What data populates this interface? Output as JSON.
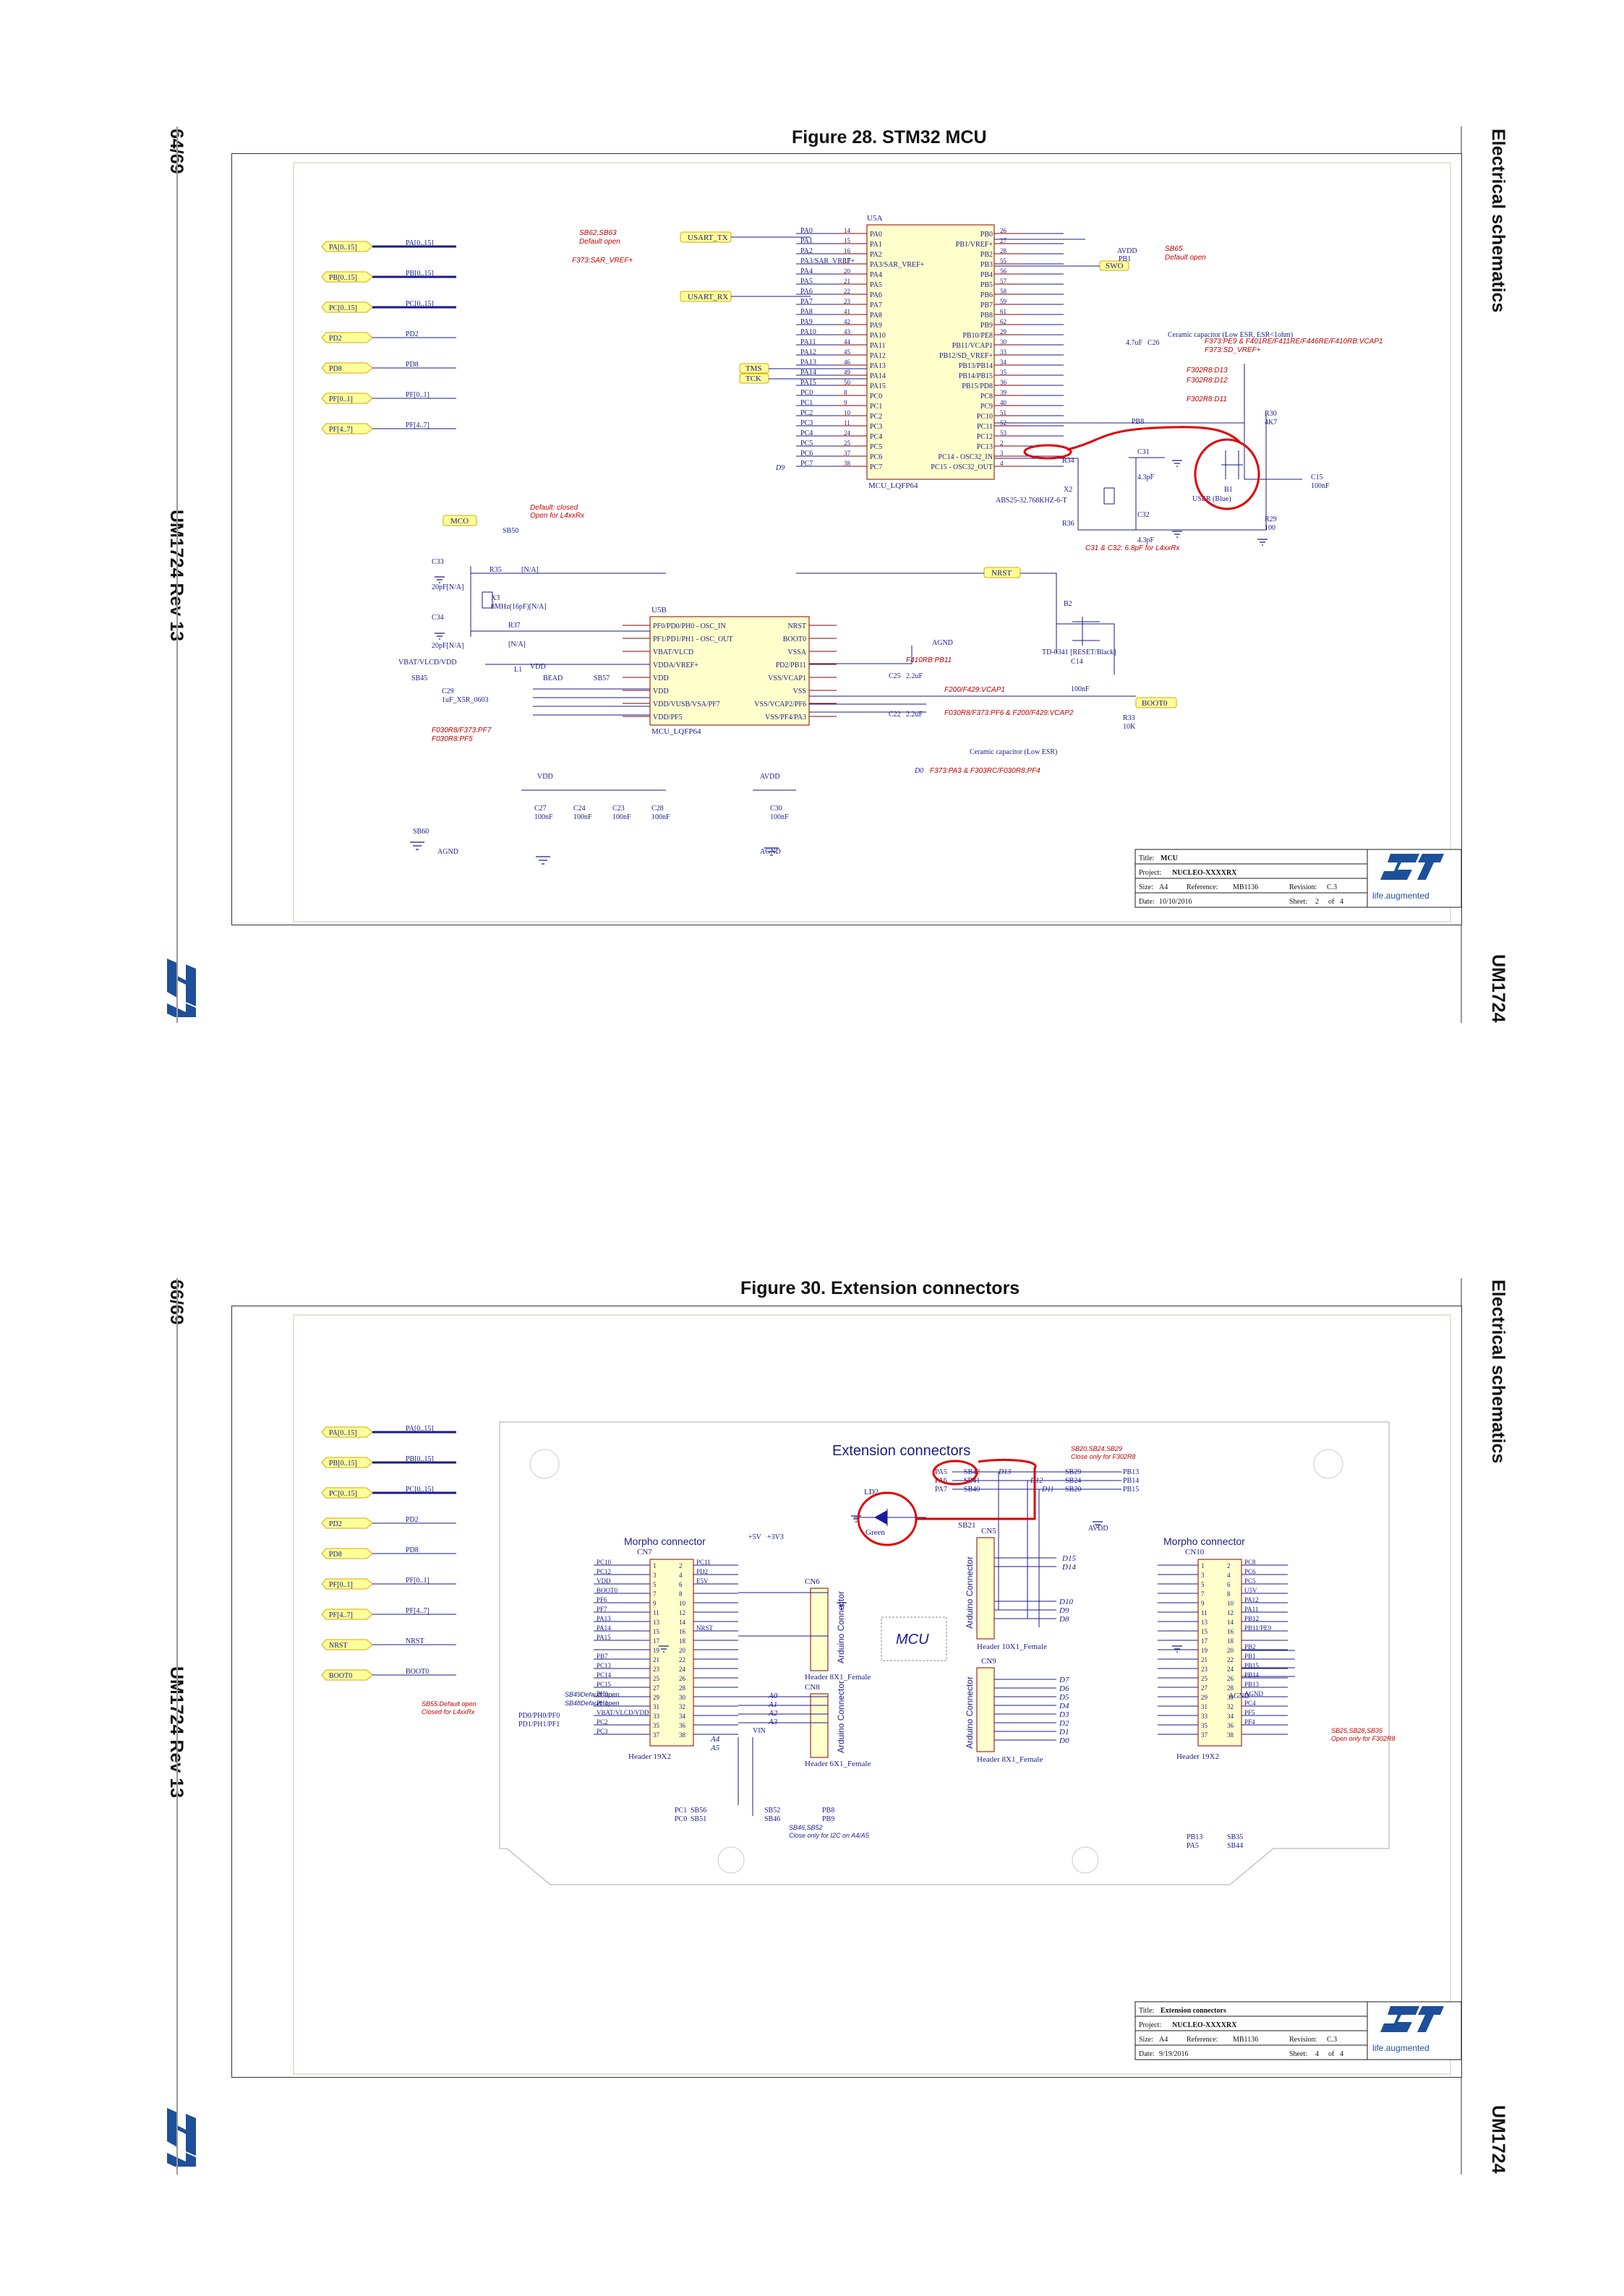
{
  "top_page": {
    "page_number": "64/69",
    "doc_rev": "UM1724 Rev 13",
    "section": "Electrical schematics",
    "doc_id": "UM1724",
    "figure_title": "Figure 28. STM32 MCU",
    "title_block": {
      "title_label": "Title:",
      "title": "MCU",
      "project_label": "Project:",
      "project": "NUCLEO-XXXXRX",
      "size_label": "Size:",
      "size": "A4",
      "reference_label": "Reference:",
      "reference": "MB1136",
      "revision_label": "Revision:",
      "revision": "C.3",
      "date_label": "Date:",
      "date": "10/10/2016",
      "sheet_label": "Sheet:",
      "sheet": "2",
      "of_label": "of",
      "of": "4",
      "slogan": "life.augmented"
    },
    "nets_left": [
      "PA[0..15]",
      "PB[0..15]",
      "PC[0..15]",
      "PD2",
      "PD8",
      "PF[0..1]",
      "PF[4..7]"
    ],
    "nets_left_wire": [
      "PA[0..15]",
      "PB[0..15]",
      "PC[0..15]",
      "PD2",
      "PD8",
      "PF[0..1]",
      "PF[4..7]"
    ],
    "mcu_ref": "U5A",
    "mcu_part": "MCU_LQFP64",
    "mcu_ref_b": "U5B",
    "mcu_part_b": "MCU_LQFP64",
    "pins_left_a": [
      "PA0",
      "PA1",
      "PA2",
      "PA3/SAR_VREF+",
      "PA4",
      "PA5",
      "PA6",
      "PA7",
      "PA8",
      "PA9",
      "PA10",
      "PA11",
      "PA12",
      "PA13",
      "PA14",
      "PA15",
      "PC0",
      "PC1",
      "PC2",
      "PC3",
      "PC4",
      "PC5",
      "PC6",
      "PC7"
    ],
    "pins_right_a": [
      "PB0",
      "PB1/VREF+",
      "PB2",
      "PB3",
      "PB4",
      "PB5",
      "PB6",
      "PB7",
      "PB8",
      "PB9",
      "PB10/PE8",
      "PB11/VCAP1",
      "PB12/SD_VREF+",
      "PB13/PB14",
      "PB14/PB15",
      "PB15/PD8",
      "PC8",
      "PC9",
      "PC10",
      "PC11",
      "PC12",
      "PC13",
      "PC14 - OSC32_IN",
      "PC15 - OSC32_OUT"
    ],
    "pin_numbers_left_a": [
      "14",
      "15",
      "16",
      "17",
      "20",
      "21",
      "22",
      "23",
      "41",
      "42",
      "43",
      "44",
      "45",
      "46",
      "49",
      "50",
      "8",
      "9",
      "10",
      "11",
      "24",
      "25",
      "37",
      "38"
    ],
    "pin_numbers_right_a": [
      "26",
      "27",
      "28",
      "55",
      "56",
      "57",
      "58",
      "59",
      "61",
      "62",
      "29",
      "30",
      "33",
      "34",
      "35",
      "36",
      "39",
      "40",
      "51",
      "52",
      "53",
      "2",
      "3",
      "4"
    ],
    "pins_left_b": [
      "PF0/PD0/PH0 - OSC_IN",
      "PF1/PD1/PH1 - OSC_OUT",
      "VBAT/VLCD",
      "VDDA/VREF+",
      "VDD",
      "VDD",
      "VDD/VUSB/VSA/PF7",
      "VDD/PF5"
    ],
    "pins_right_b": [
      "NRST",
      "BOOT0",
      "VSSA",
      "PD2/PB11",
      "VSS/VCAP1",
      "VSS",
      "VSS/VCAP2/PF6",
      "VSS/PF4/PA3"
    ],
    "labels": {
      "usart_tx": "USART_TX",
      "usart_rx": "USART_RX",
      "tms": "TMS",
      "tck": "TCK",
      "swo": "SWO",
      "avdd": "AVDD",
      "mco": "MCO",
      "nrst": "NRST",
      "boot0": "BOOT0",
      "vdd": "VDD",
      "agnd": "AGND",
      "pb1": "PB1",
      "pb8": "PB8",
      "sb62_sb63": "SB62,SB63",
      "default_open": "Default open",
      "f373_sar": "F373:SAR_VREF+",
      "sb65": "SB65",
      "ceramic_cap": "Ceramic capacitor (Low ESR, ESR<1ohm)",
      "f373_pe9": "F373:PE9 & F401RE/F411RE/F446RE/F410RB:VCAP1",
      "f373_sd": "F373:SD_VREF+",
      "f302_d13": "F302R8:D13",
      "f302_d12": "F302R8:D12",
      "f302_d11": "F302R8:D11",
      "x2": "X2",
      "x2_part": "ABS25-32.768KHZ-6-T",
      "b1": "B1",
      "b1_desc": "USER (Blue)",
      "c31_c32": "C31 & C32: 6.8pF for L4xxRx",
      "default_closed": "Default: closed",
      "open_l4": "Open for L4xxRx",
      "sb50": "SB50",
      "x3": "X3",
      "x3_desc": "8MHz(16pF)[N/A]",
      "c33": "C33",
      "c33_v": "20pF[N/A]",
      "c34": "C34",
      "c34_v": "20pF[N/A]",
      "r35": "R35",
      "r37": "R37",
      "na": "[N/A]",
      "b2": "B2",
      "b2_desc": "TD-0341 [RESET/Black]",
      "c14": "C14",
      "c14_v": "100nF",
      "f200_vcap": "F200/F429:VCAP1",
      "f030_vcap2": "F030R8/F373:PF6 & F200/F429:VCAP2",
      "ceramic_low": "Ceramic capacitor (Low ESR)",
      "f373_pa3": "F373:PA3 & F303RC/F030R8:PF4",
      "f410_pb11": "F410RB:PB11",
      "f030_pf7": "F030R8/F373:PF7",
      "f030_pf5": "F030R8:PF5",
      "c29": "C29",
      "c29_v": "1uF_X5R_0603",
      "bead": "BEAD",
      "l1": "L1",
      "sb57": "SB57",
      "sb45": "SB45",
      "vbat_vdd": "VBAT/VLCD/VDD",
      "sb60": "SB60",
      "r33": "R33",
      "r33_v": "10K",
      "r30": "R30",
      "r30_v": "4K7",
      "r29": "R29",
      "r29_v": "100",
      "c15": "C15",
      "c15_v": "100nF",
      "c27": "C27",
      "c24": "C24",
      "c23": "C23",
      "c28": "C28",
      "c30": "C30",
      "cap_100nf": "100nF",
      "c31": "C31",
      "c32": "C32",
      "c26": "C26",
      "c26_v": "4.7uF",
      "c25": "C25",
      "c25_v": "2.2uF",
      "c22": "C22",
      "c22_v": "2.2uF",
      "cap_4p3": "4.3pF",
      "r34": "R34",
      "r36": "R36",
      "d9": "D9",
      "d0": "D0"
    }
  },
  "bottom_page": {
    "page_number": "66/69",
    "doc_rev": "UM1724 Rev 13",
    "section": "Electrical schematics",
    "doc_id": "UM1724",
    "figure_title": "Figure 30. Extension connectors",
    "panel_title": "Extension connectors",
    "mcu_block": "MCU",
    "title_block": {
      "title_label": "Title:",
      "title": "Extension connectors",
      "project_label": "Project:",
      "project": "NUCLEO-XXXXRX",
      "size_label": "Size:",
      "size": "A4",
      "reference_label": "Reference:",
      "reference": "MB1136",
      "revision_label": "Revision:",
      "revision": "C.3",
      "date_label": "Date:",
      "date": "9/19/2016",
      "sheet_label": "Sheet:",
      "sheet": "4",
      "of_label": "of",
      "of": "4",
      "slogan": "life.augmented"
    },
    "nets_left": [
      "PA[0..15]",
      "PB[0..15]",
      "PC[0..15]",
      "PD2",
      "PD8",
      "PF[0..1]",
      "PF[4..7]",
      "NRST",
      "BOOT0"
    ],
    "nets_left_wire": [
      "PA[0..15]",
      "PB[0..15]",
      "PC[0..15]",
      "PD2",
      "PD8",
      "PF[0..1]",
      "PF[4..7]",
      "NRST",
      "BOOT0"
    ],
    "morpho_left": {
      "title": "Morpho connector",
      "ref": "CN7",
      "part": "Header 19X2",
      "left_signals": [
        "PC10",
        "PC12",
        "VDD",
        "BOOT0",
        "PF6",
        "PF7",
        "PA13",
        "PA14",
        "PA15",
        "",
        "PB7",
        "PC13",
        "PC14",
        "PC15",
        "PH0",
        "PH1",
        "VBAT/VLCD/VDD",
        "PC2",
        "PC3"
      ],
      "right_signals": [
        "PC11",
        "PD2",
        "E5V",
        "",
        "",
        "",
        "",
        "NRST",
        "",
        "",
        "",
        "",
        "",
        "",
        "",
        "",
        "",
        "",
        ""
      ]
    },
    "morpho_right": {
      "title": "Morpho connector",
      "ref": "CN10",
      "part": "Header 19X2",
      "right_signals": [
        "PC8",
        "PC6",
        "PC5",
        "U5V",
        "PA12",
        "PA11",
        "PB12",
        "PB11/PE9",
        "",
        "PB2",
        "PB1",
        "PB15",
        "PB14",
        "PB13",
        "AGND",
        "PC4",
        "PF5",
        "PF4",
        ""
      ]
    },
    "arduino_cn6": {
      "ref": "CN6",
      "part": "Header 8X1_Female",
      "label": "Arduino Connector"
    },
    "arduino_cn8": {
      "ref": "CN8",
      "part": "Header 6X1_Female",
      "label": "Arduino Connector"
    },
    "arduino_cn5": {
      "ref": "CN5",
      "part": "Header 10X1_Female",
      "label": "Arduino Connector"
    },
    "arduino_cn9": {
      "ref": "CN9",
      "part": "Header 8X1_Female",
      "label": "Arduino Connector"
    },
    "labels": {
      "ld2": "LD2",
      "ld2_color": "Green",
      "sb21": "SB21",
      "pa5": "PA5",
      "pa6": "PA6",
      "pa7": "PA7",
      "sb42": "SB42",
      "sb41": "SB41",
      "sb40": "SB40",
      "d13": "D13",
      "d12": "D12",
      "d11": "D11",
      "sb29": "SB29",
      "sb24": "SB24",
      "sb20": "SB20",
      "pb13": "PB13",
      "pb14": "PB14",
      "pb15": "PB15",
      "sb20_note": "SB20,SB24,SB29",
      "close_f302": "Close only for F302R8",
      "sb55_note": "SB55:Default open",
      "closed_l4": "Closed for L4xxRx",
      "sb49_default": "SB49Default: open",
      "sb48_default": "SB48Default: open",
      "sb46_sb52": "SB46,SB52",
      "close_i2c": "Close only for I2C on A4/A5",
      "sb25_note": "SB25,SB28,SB35",
      "open_f302": "Open only for F302R8",
      "pd0_ph0": "PD0/PH0/PF0",
      "pd1_ph1": "PD1/PH1/PF1",
      "vin": "VIN",
      "plus5v": "+5V",
      "plus3v3": "+3V3",
      "avdd": "AVDD",
      "agnd": "AGND",
      "d15": "D15",
      "d14": "D14",
      "d10": "D10",
      "d9": "D9",
      "d8": "D8",
      "d7": "D7",
      "d6": "D6",
      "d5": "D5",
      "d4": "D4",
      "d3": "D3",
      "d2": "D2",
      "d1": "D1",
      "d0": "D0",
      "a0": "A0",
      "a1": "A1",
      "a2": "A2",
      "a3": "A3",
      "a4": "A4",
      "a5": "A5",
      "pc1_sb56": "PC1",
      "pc0_sb51": "PC0",
      "sb56": "SB56",
      "sb51": "SB51",
      "sb52": "SB52",
      "sb46": "SB46",
      "pb8": "PB8",
      "pb9": "PB9",
      "pb13b": "PB13",
      "pa5b": "PA5",
      "sb35": "SB35",
      "sb44": "SB44"
    }
  }
}
